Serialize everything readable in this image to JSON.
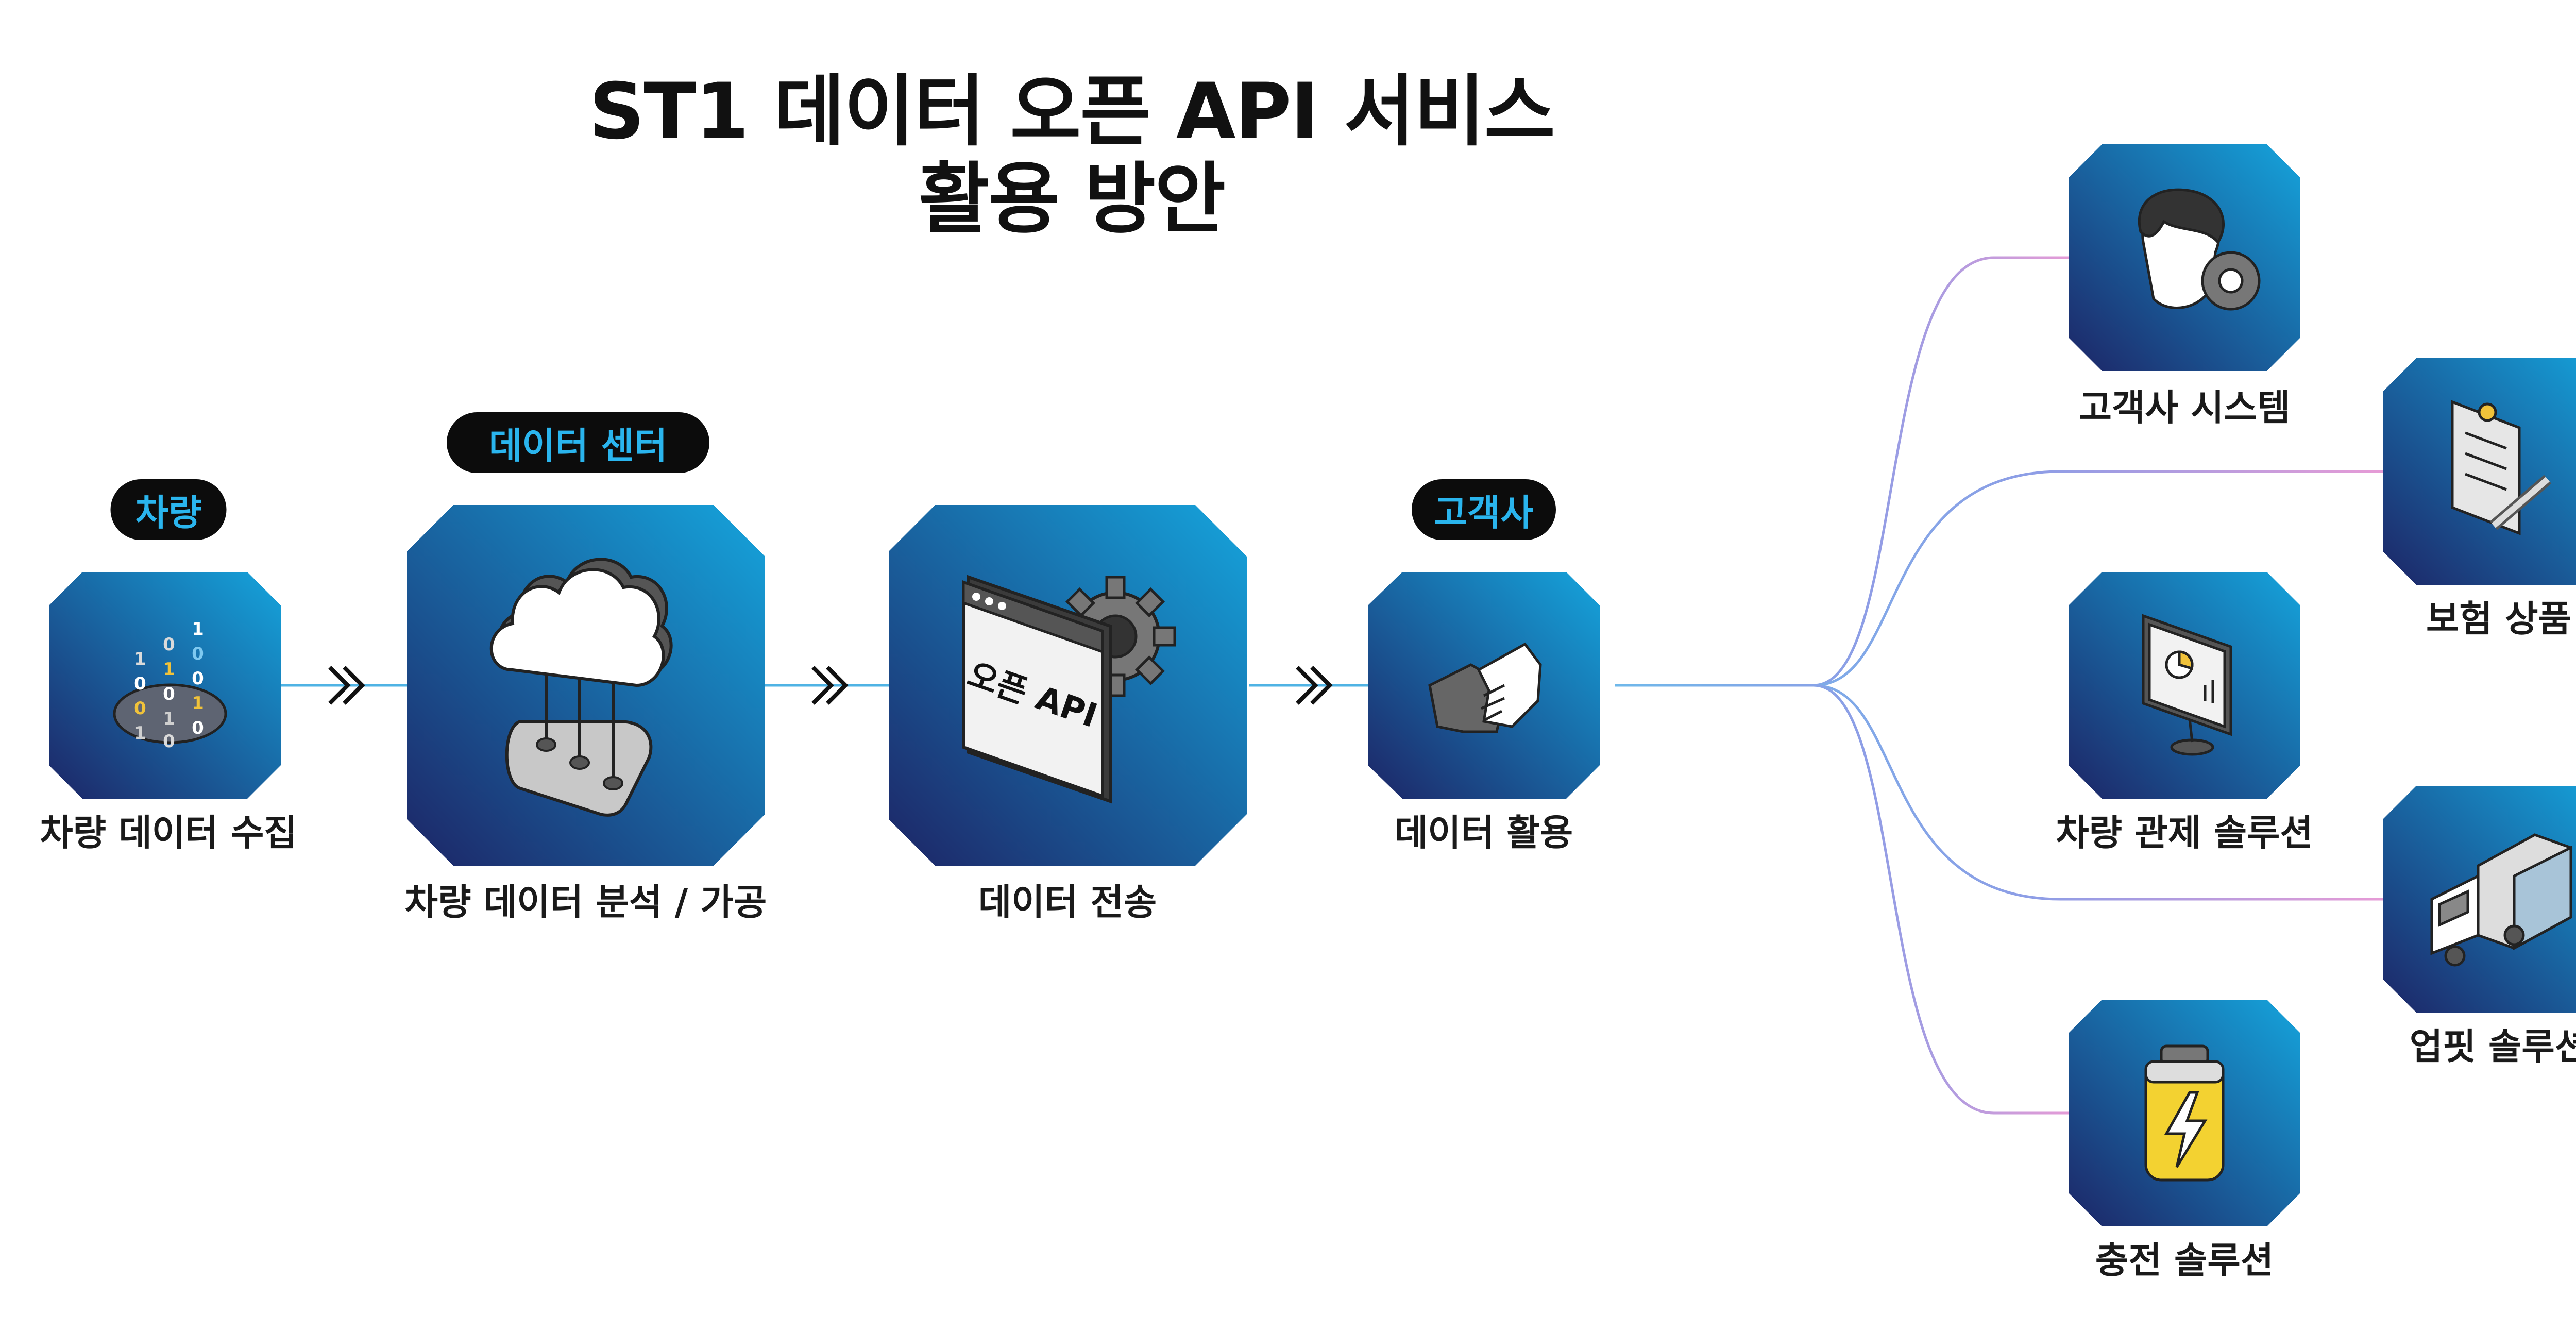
{
  "title": {
    "line1": "ST1 데이터 오픈 API 서비스",
    "line2": "활용 방안"
  },
  "pills": {
    "vehicle": "차량",
    "data_center": "데이터 센터",
    "customer": "고객사"
  },
  "flow": {
    "collect": "차량 데이터 수집",
    "analyze": "차량 데이터 분석 / 가공",
    "transfer": "데이터 전송",
    "utilize": "데이터 활용"
  },
  "icon_texts": {
    "open_api": "오픈 API",
    "binary_digits": [
      "1",
      "0",
      "0",
      "1",
      "0",
      "1",
      "0",
      "1",
      "0",
      "1",
      "0",
      "0",
      "1",
      "0"
    ]
  },
  "uses": {
    "client_system": "고객사 시스템",
    "insurance": "보험 상품",
    "fleet_control": "차량 관제 솔루션",
    "upfit": "업핏 솔루션",
    "charging": "충전 솔루션"
  },
  "colors": {
    "tile_top": "#15a4dc",
    "tile_bottom": "#1d2566",
    "pill_text": "#2ab5ee",
    "connector": "#4fb3e4",
    "branch_blue": "#7f9ee6",
    "branch_pink": "#e59ad6"
  },
  "icons": [
    "binary-data-icon",
    "cloud-server-icon",
    "open-api-window-icon",
    "handshake-icon",
    "person-gear-icon",
    "clipboard-pen-icon",
    "monitor-chart-icon",
    "truck-icon",
    "battery-icon"
  ]
}
